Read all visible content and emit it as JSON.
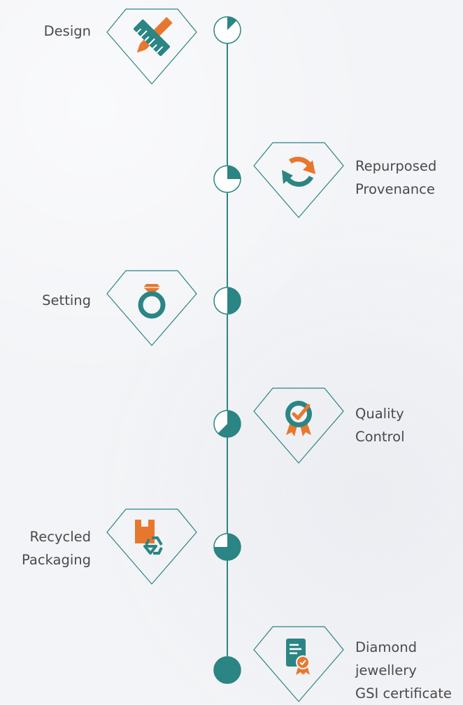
{
  "colors": {
    "teal": "#2b8584",
    "orange": "#e8772e",
    "line": "#2b8584",
    "node_fill": "#ffffff",
    "text": "#4a4a4a"
  },
  "steps": [
    {
      "lines": [
        "Design"
      ],
      "side": "left",
      "progress": 0.125,
      "icon": "ruler-pencil-icon"
    },
    {
      "lines": [
        "Repurposed",
        "Provenance"
      ],
      "side": "right",
      "progress": 0.25,
      "icon": "recycle-arrows-icon"
    },
    {
      "lines": [
        "Setting"
      ],
      "side": "left",
      "progress": 0.5,
      "icon": "diamond-ring-icon"
    },
    {
      "lines": [
        "Quality",
        "Control"
      ],
      "side": "right",
      "progress": 0.625,
      "icon": "quality-badge-icon"
    },
    {
      "lines": [
        "Recycled",
        "Packaging"
      ],
      "side": "left",
      "progress": 0.75,
      "icon": "recycled-box-icon"
    },
    {
      "lines": [
        "Diamond",
        "jewellery",
        "GSI certificate"
      ],
      "side": "right",
      "progress": 1.0,
      "icon": "certificate-icon"
    }
  ]
}
